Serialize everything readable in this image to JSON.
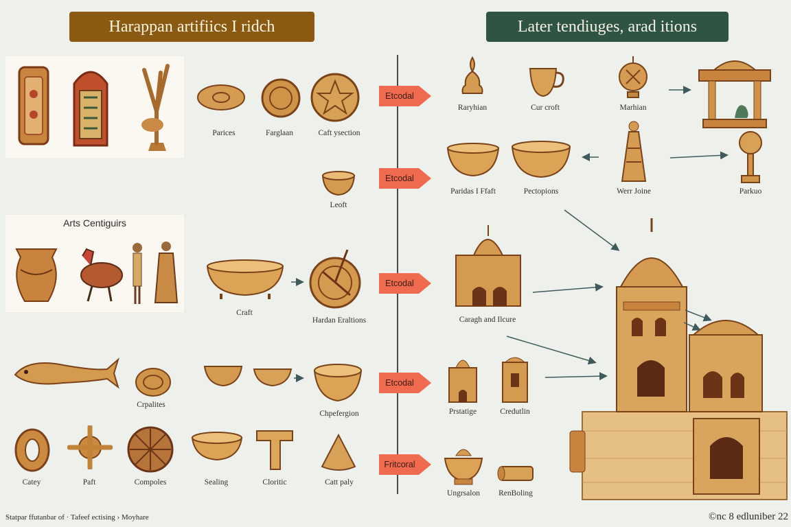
{
  "banner_left": "Harappan artifiics I ridch",
  "banner_right": "Later tendiuges, arad itions",
  "panel_mid_title": "Arts Centiguirs",
  "left_labels": {
    "particles": "Parices",
    "farglan": "Farglaan",
    "caft_section": "Caft ysection",
    "leoft": "Leoft",
    "craft": "Craft",
    "hardan": "Hardan Eraltions",
    "crpalites": "Crpalites",
    "chpefergion": "Chpefergion",
    "catey": "Catey",
    "paft": "Paft",
    "compotes": "Compoles",
    "sealing": "Sealing",
    "cloritic": "Cloritic",
    "catt_paly": "Catt paly"
  },
  "transition_tags": [
    "Etcodal",
    "Etcodal",
    "Etcodal",
    "Etcodal",
    "Fritcoral"
  ],
  "right_labels": {
    "rarylian": "Raryhian",
    "cur_croft": "Cur croft",
    "marhian": "Marhian",
    "paridas": "Paridas I Ffaft",
    "pectopions": "Pectopions",
    "wer_joine": "Werr Joine",
    "parkuo": "Parkuo",
    "caraghand": "Caragh and Ilcure",
    "prstatige": "Prstatige",
    "creduthin": "Credutlin",
    "ungrsalon": "Ungrsalon",
    "renboling": "RenBoling"
  },
  "footer_left": "Statpar ffutanbar of · Tafeef ectising › Moyhare",
  "footer_right": "©nc 8 edluniber 22"
}
